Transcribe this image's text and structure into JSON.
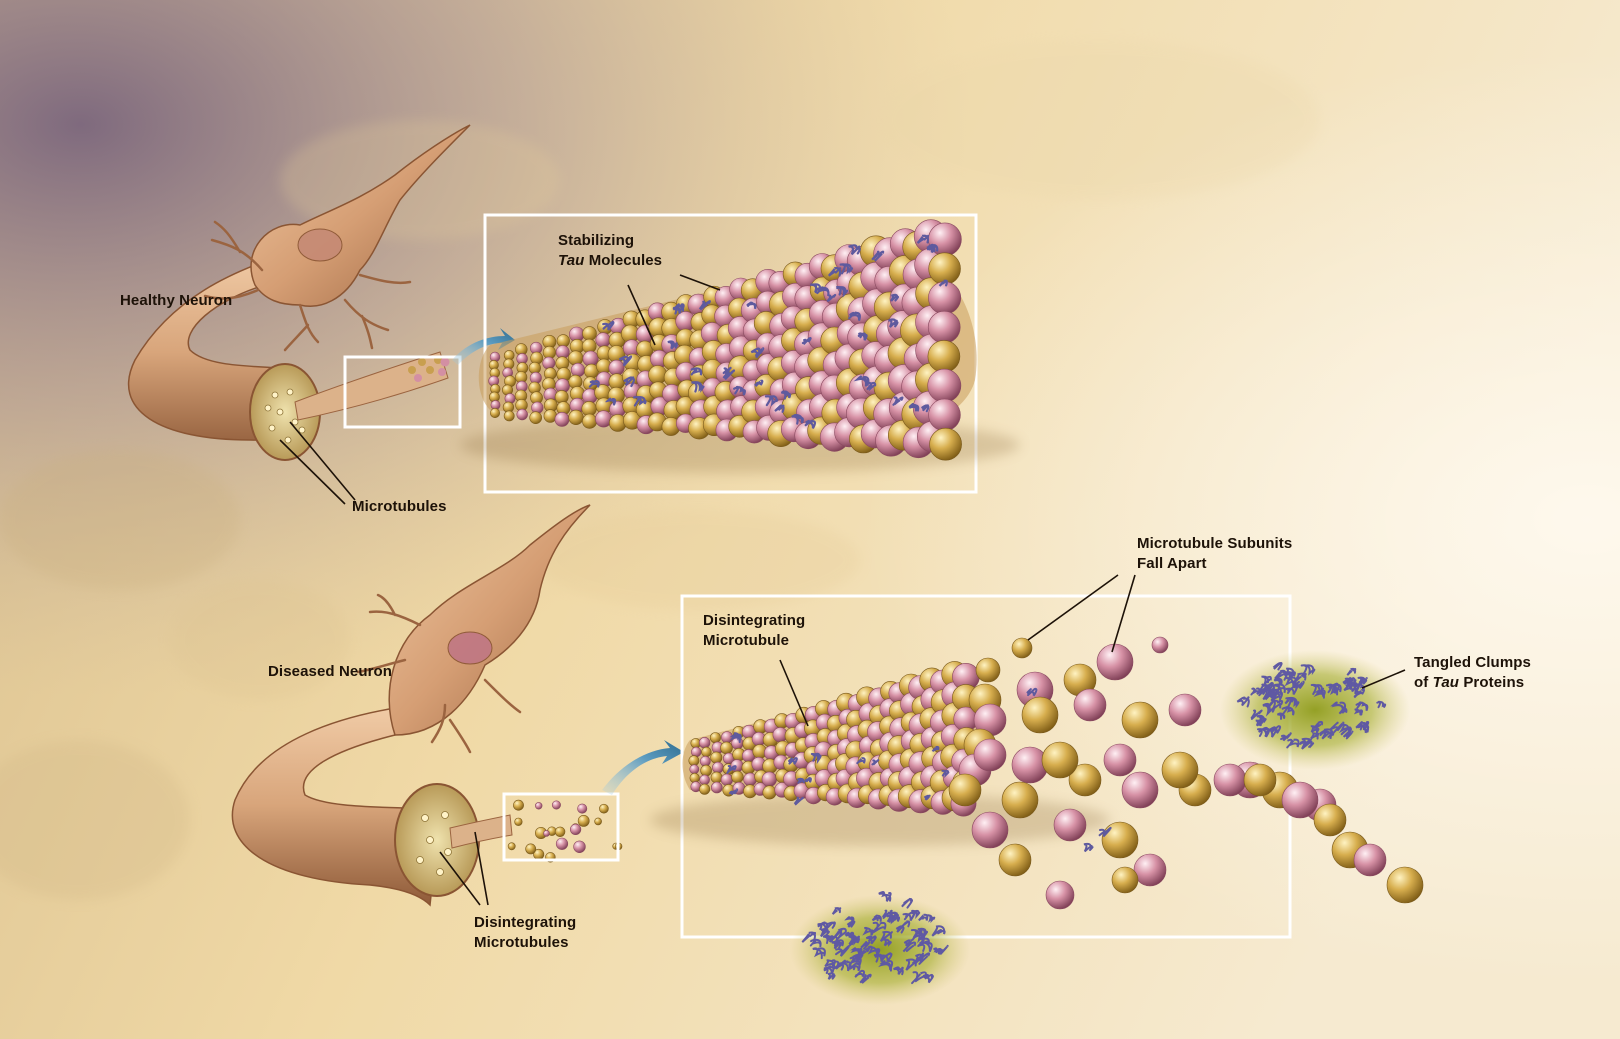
{
  "labels": {
    "healthy_neuron": "Healthy Neuron",
    "microtubules": "Microtubules",
    "stabilizing_line1": "Stabilizing",
    "stabilizing_tau": "Tau",
    "stabilizing_molecules": " Molecules",
    "diseased_neuron": "Diseased Neuron",
    "disintegrating_line1": "Disintegrating",
    "disintegrating_line2": "Microtubule",
    "subunits_line1": "Microtubule Subunits",
    "subunits_line2": "Fall Apart",
    "tangled_line1": "Tangled Clumps",
    "tangled_of": "of ",
    "tangled_tau": "Tau",
    "tangled_proteins": " Proteins",
    "bottom_line1": "Disintegrating",
    "bottom_line2": "Microtubules"
  },
  "colors": {
    "background": "#f0d9a6",
    "subunit_gold": "#cfa64a",
    "subunit_pink": "#d48ea2",
    "tau_protein": "#6b63a8",
    "clump_glow": "#8f9c1c",
    "neuron": "#d59e74",
    "arrow": "#3f84a8",
    "frame": "#ffffff"
  }
}
